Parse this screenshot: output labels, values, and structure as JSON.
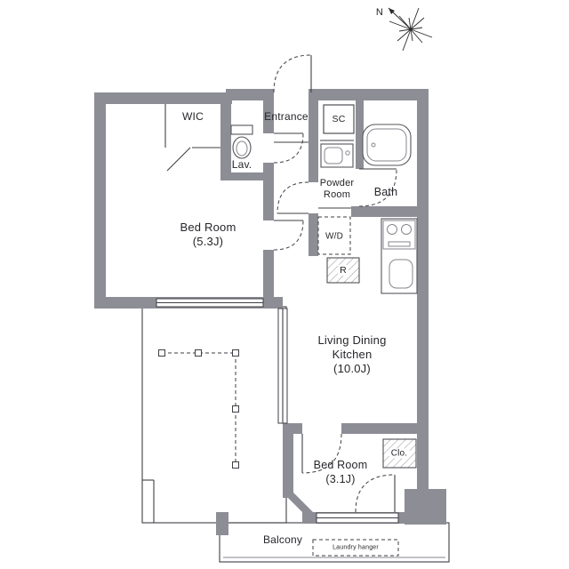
{
  "colors": {
    "wall": "#8d8d96",
    "line": "#3f3f46",
    "text": "#26262b",
    "bg": "#ffffff"
  },
  "compass": {
    "north_label": "N"
  },
  "rooms": {
    "wic": {
      "label": "WIC"
    },
    "entrance": {
      "label": "Entrance"
    },
    "shoe_closet": {
      "label": "SC"
    },
    "lavatory": {
      "label": "Lav."
    },
    "powder_room": {
      "line1": "Powder",
      "line2": "Room"
    },
    "bath": {
      "label": "Bath"
    },
    "bedroom_1": {
      "label": "Bed Room",
      "size": "(5.3J)"
    },
    "washer_dryer": {
      "label": "W/D"
    },
    "refrigerator": {
      "label": "R"
    },
    "living_dining_kitchen": {
      "line1": "Living Dining",
      "line2": "Kitchen",
      "size": "(10.0J)"
    },
    "bedroom_2": {
      "label": "Bed Room",
      "size": "(3.1J)"
    },
    "closet": {
      "label": "Clo."
    },
    "balcony": {
      "label": "Balcony"
    },
    "laundry_hanger": {
      "label": "Laundry hanger"
    }
  }
}
